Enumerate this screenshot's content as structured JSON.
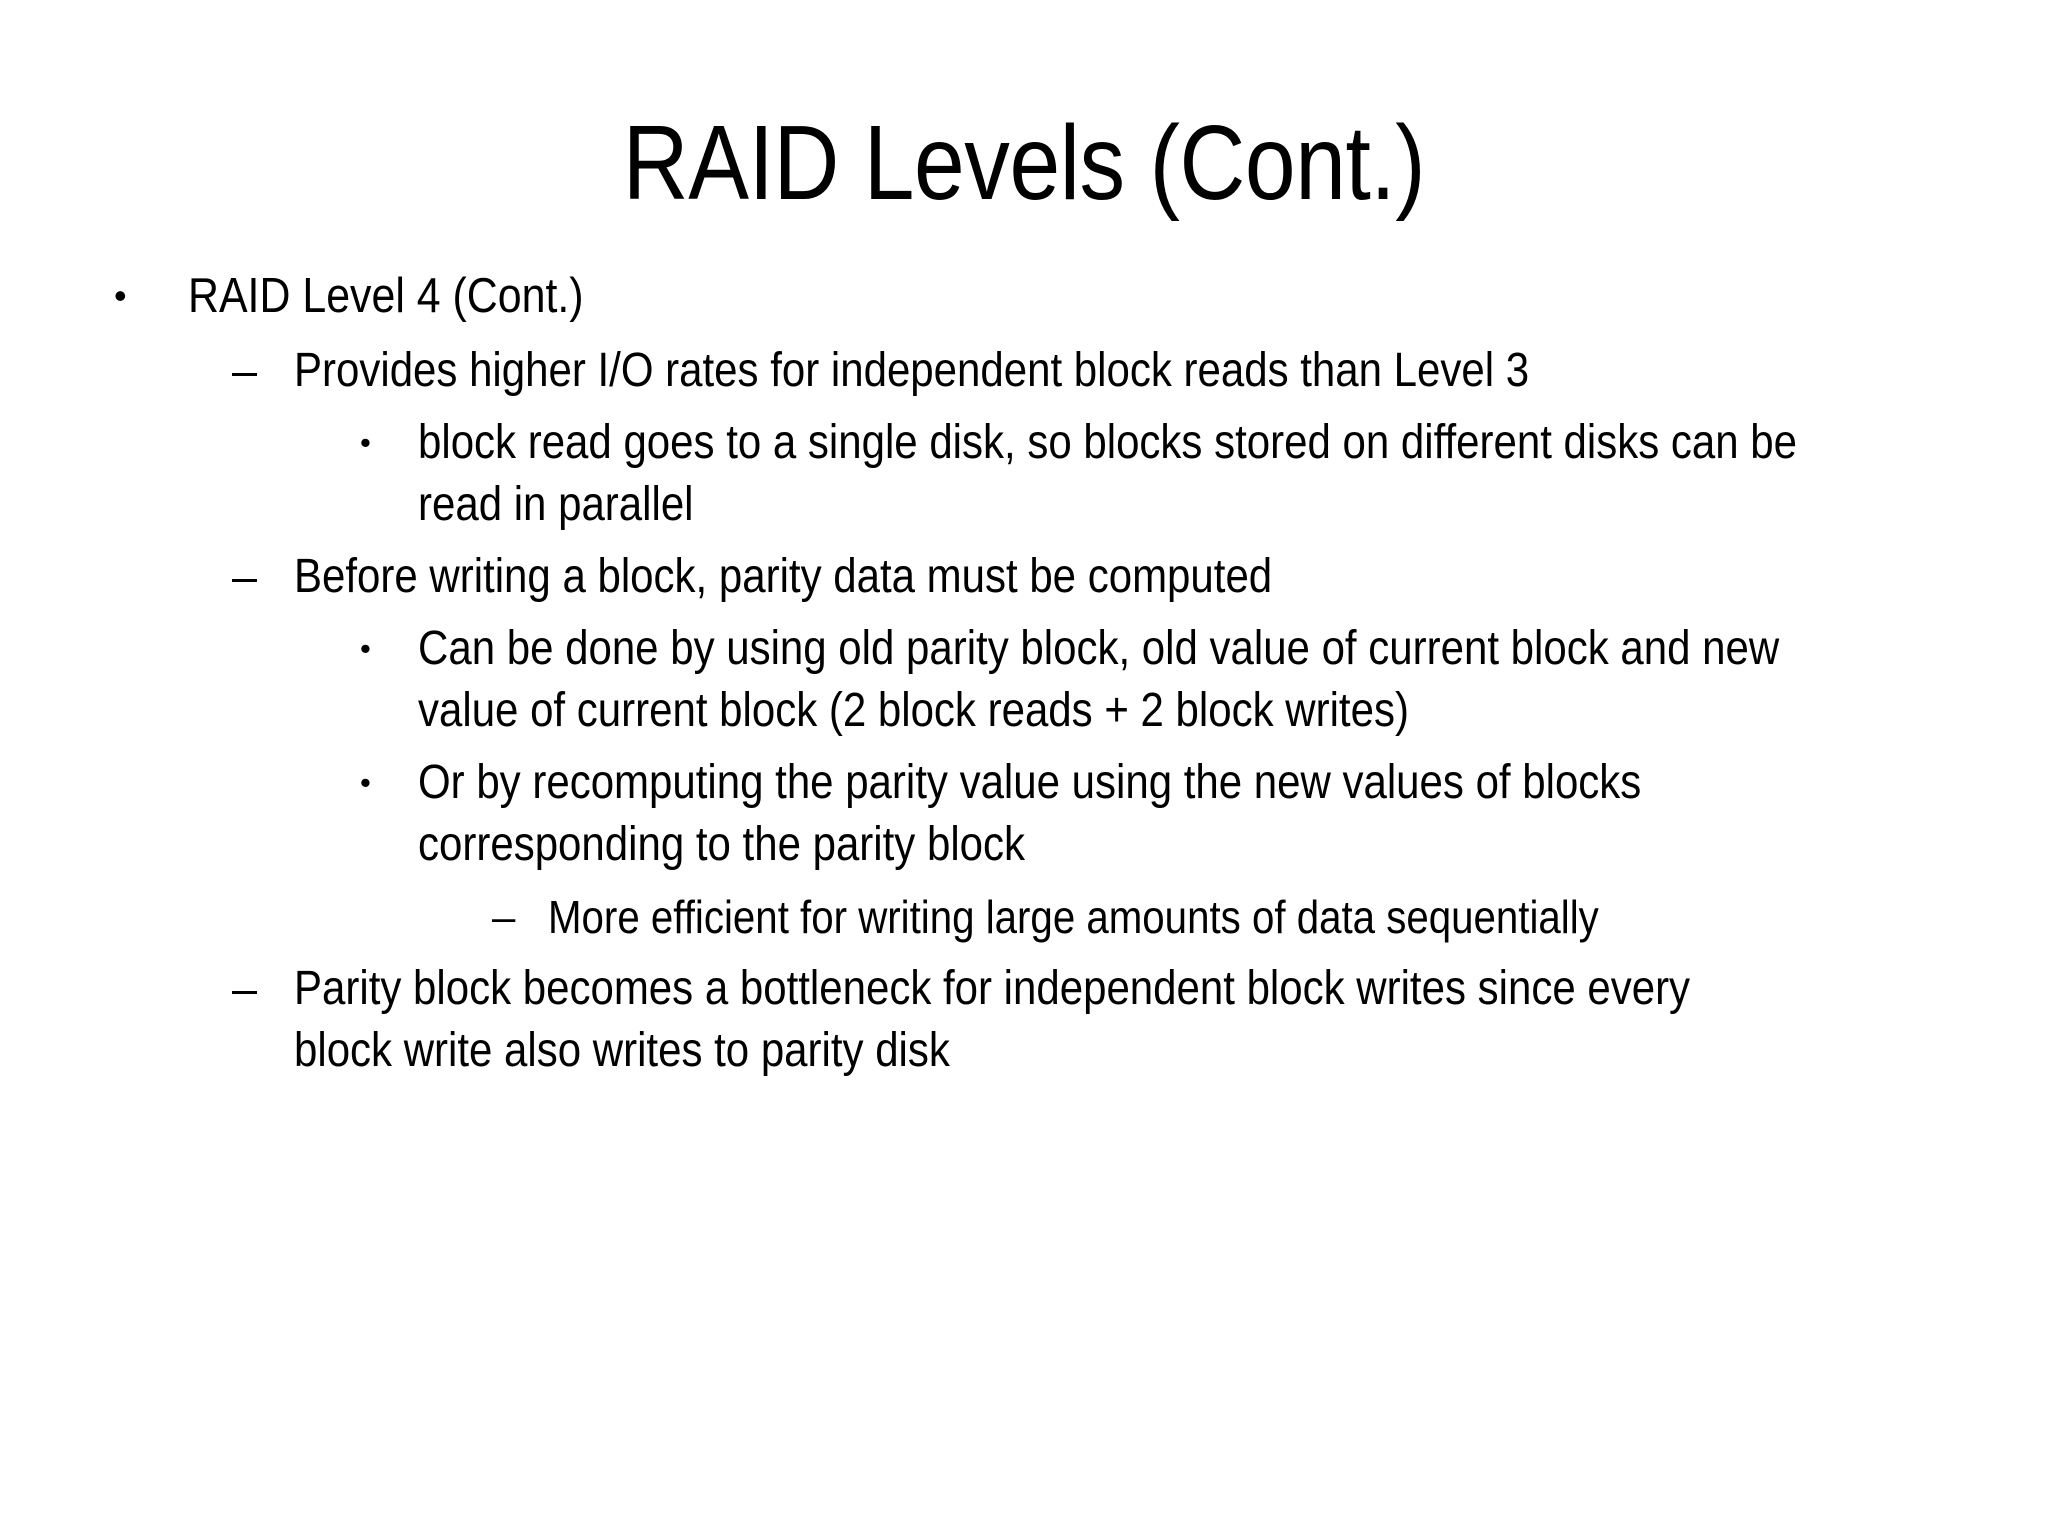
{
  "slide": {
    "title": "RAID Levels (Cont.)",
    "background_color": "#FFFFFF",
    "text_color": "#000000",
    "bullet_marks": {
      "level1": "•",
      "level2": "–",
      "level3": "•",
      "level4": "–"
    },
    "content": [
      {
        "level": 1,
        "mark": "•",
        "text": "RAID Level 4 (Cont.)"
      },
      {
        "level": 2,
        "mark": "–",
        "text": "Provides higher I/O rates for independent block reads than Level 3"
      },
      {
        "level": 3,
        "mark": "•",
        "text": "block read goes to a single disk, so blocks stored on different disks can be read in parallel"
      },
      {
        "level": 2,
        "mark": "–",
        "text": "Before writing a block, parity data must be computed"
      },
      {
        "level": 3,
        "mark": "•",
        "text": "Can be done by using old parity block, old value of current block and new value of current block (2 block reads + 2 block writes)"
      },
      {
        "level": 3,
        "mark": "•",
        "text": "Or by recomputing the parity value using the new values of blocks corresponding to the parity block"
      },
      {
        "level": 4,
        "mark": "–",
        "text": "More efficient for writing large amounts of data sequentially"
      },
      {
        "level": 2,
        "mark": "–",
        "text": "Parity block becomes a bottleneck for independent block writes since every block write also writes to parity disk"
      }
    ]
  }
}
